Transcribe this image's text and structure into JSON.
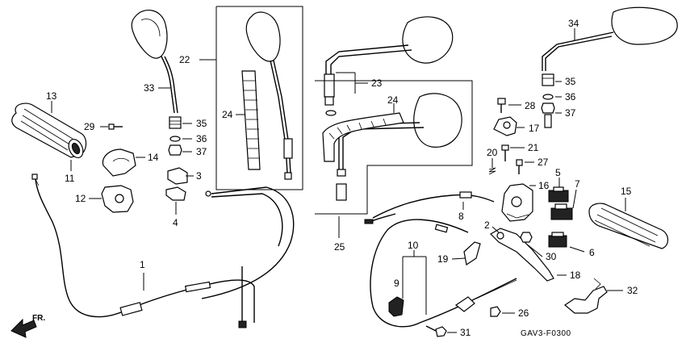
{
  "diagram_code": "GAV3-F0300",
  "direction_label": "FR.",
  "callouts": {
    "c1": "1",
    "c2": "2",
    "c3": "3",
    "c4": "4",
    "c5": "5",
    "c6": "6",
    "c7": "7",
    "c8": "8",
    "c9": "9",
    "c10": "10",
    "c11": "11",
    "c12": "12",
    "c13": "13",
    "c14": "14",
    "c15": "15",
    "c16": "16",
    "c17": "17",
    "c18": "18",
    "c19": "19",
    "c20": "20",
    "c21": "21",
    "c22": "22",
    "c23": "23",
    "c24a": "24",
    "c24b": "24",
    "c25": "25",
    "c26": "26",
    "c27": "27",
    "c28": "28",
    "c29": "29",
    "c30": "30",
    "c31": "31",
    "c32": "32",
    "c33": "33",
    "c34": "34",
    "c35a": "35",
    "c36a": "36",
    "c37a": "37",
    "c35b": "35",
    "c36b": "36",
    "c37b": "37"
  }
}
